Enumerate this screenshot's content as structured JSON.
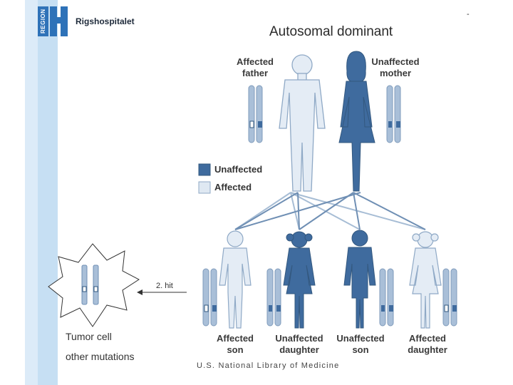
{
  "header": {
    "logo_text": "REGION",
    "hospital_name": "Rigshospitalet",
    "corner_mark": "-"
  },
  "diagram": {
    "title": "Autosomal dominant",
    "parents": {
      "father": [
        "Affected",
        "father"
      ],
      "mother": [
        "Unaffected",
        "mother"
      ]
    },
    "legend": [
      {
        "label": "Unaffected",
        "color": "#3f6b9e"
      },
      {
        "label": "Affected",
        "color": "#dfe8f2"
      }
    ],
    "children": [
      {
        "line1": "Affected",
        "line2": "son"
      },
      {
        "line1": "Unaffected",
        "line2": "daughter"
      },
      {
        "line1": "Unaffected",
        "line2": "son"
      },
      {
        "line1": "Affected",
        "line2": "daughter"
      }
    ],
    "credit": "U.S. National Library of Medicine"
  },
  "tumor": {
    "arrow_label": "2. hit",
    "cell_label": "Tumor cell",
    "note": "other mutations"
  },
  "colors": {
    "dark_figure": "#3f6b9e",
    "light_figure": "#e4ecf5",
    "outline": "#7f9bbb",
    "brand": "#2e72b8"
  }
}
